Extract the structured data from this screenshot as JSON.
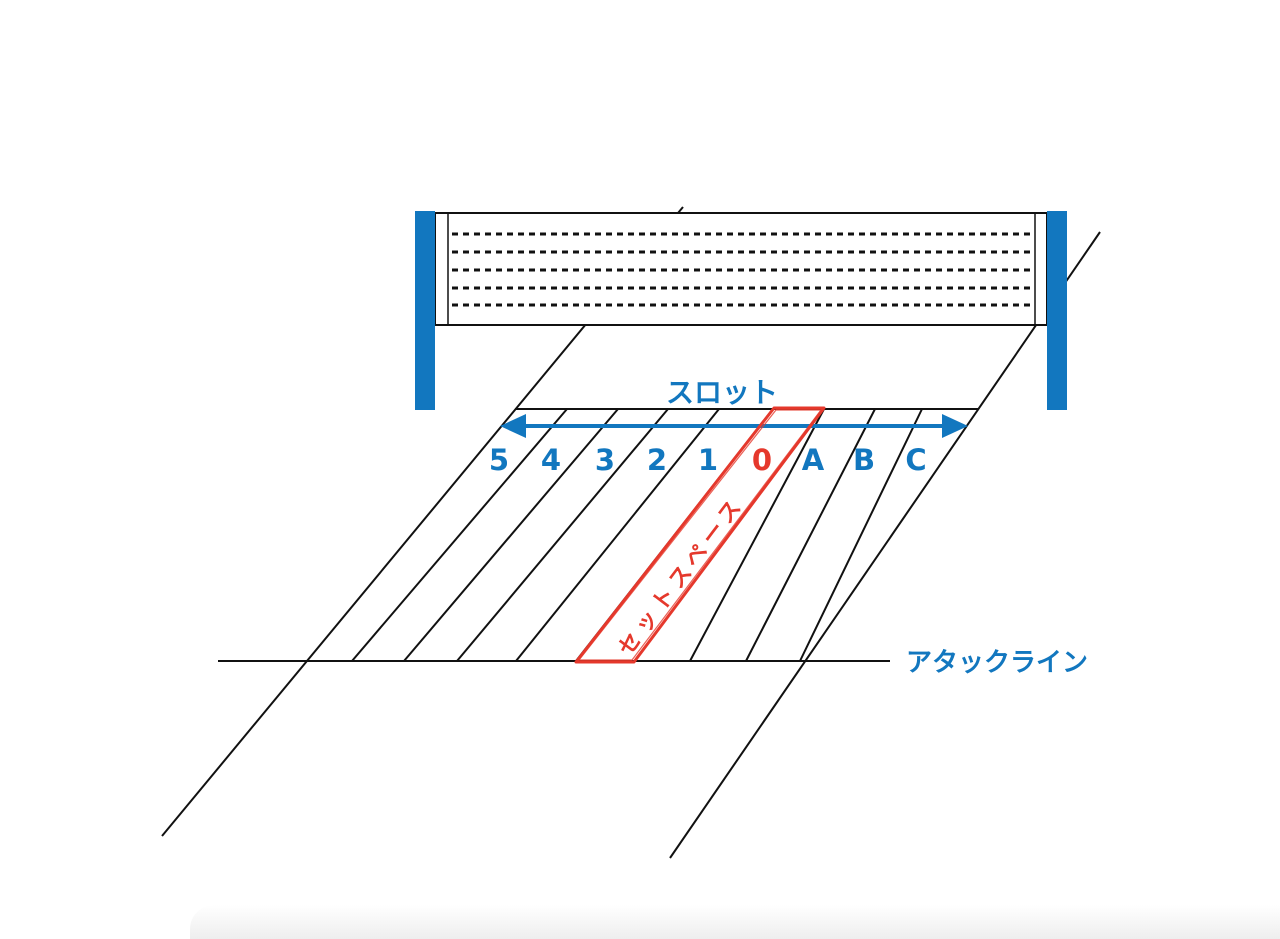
{
  "colors": {
    "line": "#111111",
    "blue": "#1277bf",
    "red": "#e5382c"
  },
  "diagram": {
    "slot_title": "スロット",
    "attack_line_label": "アタックライン",
    "set_space_label": "セットスペース",
    "slots": [
      {
        "label": "5",
        "color": "#1277bf"
      },
      {
        "label": "4",
        "color": "#1277bf"
      },
      {
        "label": "3",
        "color": "#1277bf"
      },
      {
        "label": "2",
        "color": "#1277bf"
      },
      {
        "label": "1",
        "color": "#1277bf"
      },
      {
        "label": "0",
        "color": "#e5382c"
      },
      {
        "label": "A",
        "color": "#1277bf"
      },
      {
        "label": "B",
        "color": "#1277bf"
      },
      {
        "label": "C",
        "color": "#1277bf"
      }
    ]
  }
}
